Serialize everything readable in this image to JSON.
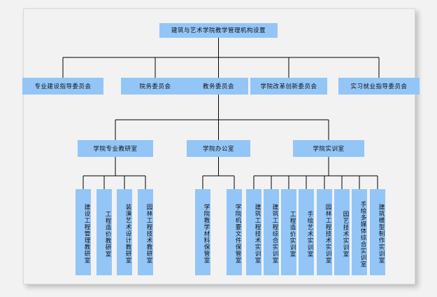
{
  "document": {
    "title": "建筑与艺术学院教学管理机构设置",
    "type": "organization-chart",
    "background_color": "#f2f2f2",
    "node_color": "#93c6f7",
    "line_color": "#000000"
  },
  "root": {
    "label": "建筑与艺术学院教学管理机构设置"
  },
  "committees": [
    {
      "label": "专业建设指导委员会"
    },
    {
      "label": "院务委员会"
    },
    {
      "label": "教务委员会"
    },
    {
      "label": "学院改革创新委员会"
    },
    {
      "label": "实习就业指导委员会"
    }
  ],
  "divisions": [
    {
      "label": "学院专业教研室"
    },
    {
      "label": "学院办公室"
    },
    {
      "label": "学院实训室"
    }
  ],
  "teaching_rooms": [
    {
      "label": "建设工程管理教研室"
    },
    {
      "label": "工程造价教研室"
    },
    {
      "label": "装潢艺术设计教研室"
    },
    {
      "label": "园林工程技术教研室"
    }
  ],
  "office_rooms": [
    {
      "label": "学院教学材料保管室"
    },
    {
      "label": "学院机要文件保管室"
    }
  ],
  "training_rooms": [
    {
      "label": "建筑工程技术实训室"
    },
    {
      "label": "建筑工程综合实训室"
    },
    {
      "label": "工程造价实训室"
    },
    {
      "label": "手绘艺术实训室"
    },
    {
      "label": "园林工程技术实训室"
    },
    {
      "label": "园艺技术实训室"
    },
    {
      "label": "手绘多媒体综合实训室"
    },
    {
      "label": "建筑模型制作实训室"
    }
  ]
}
